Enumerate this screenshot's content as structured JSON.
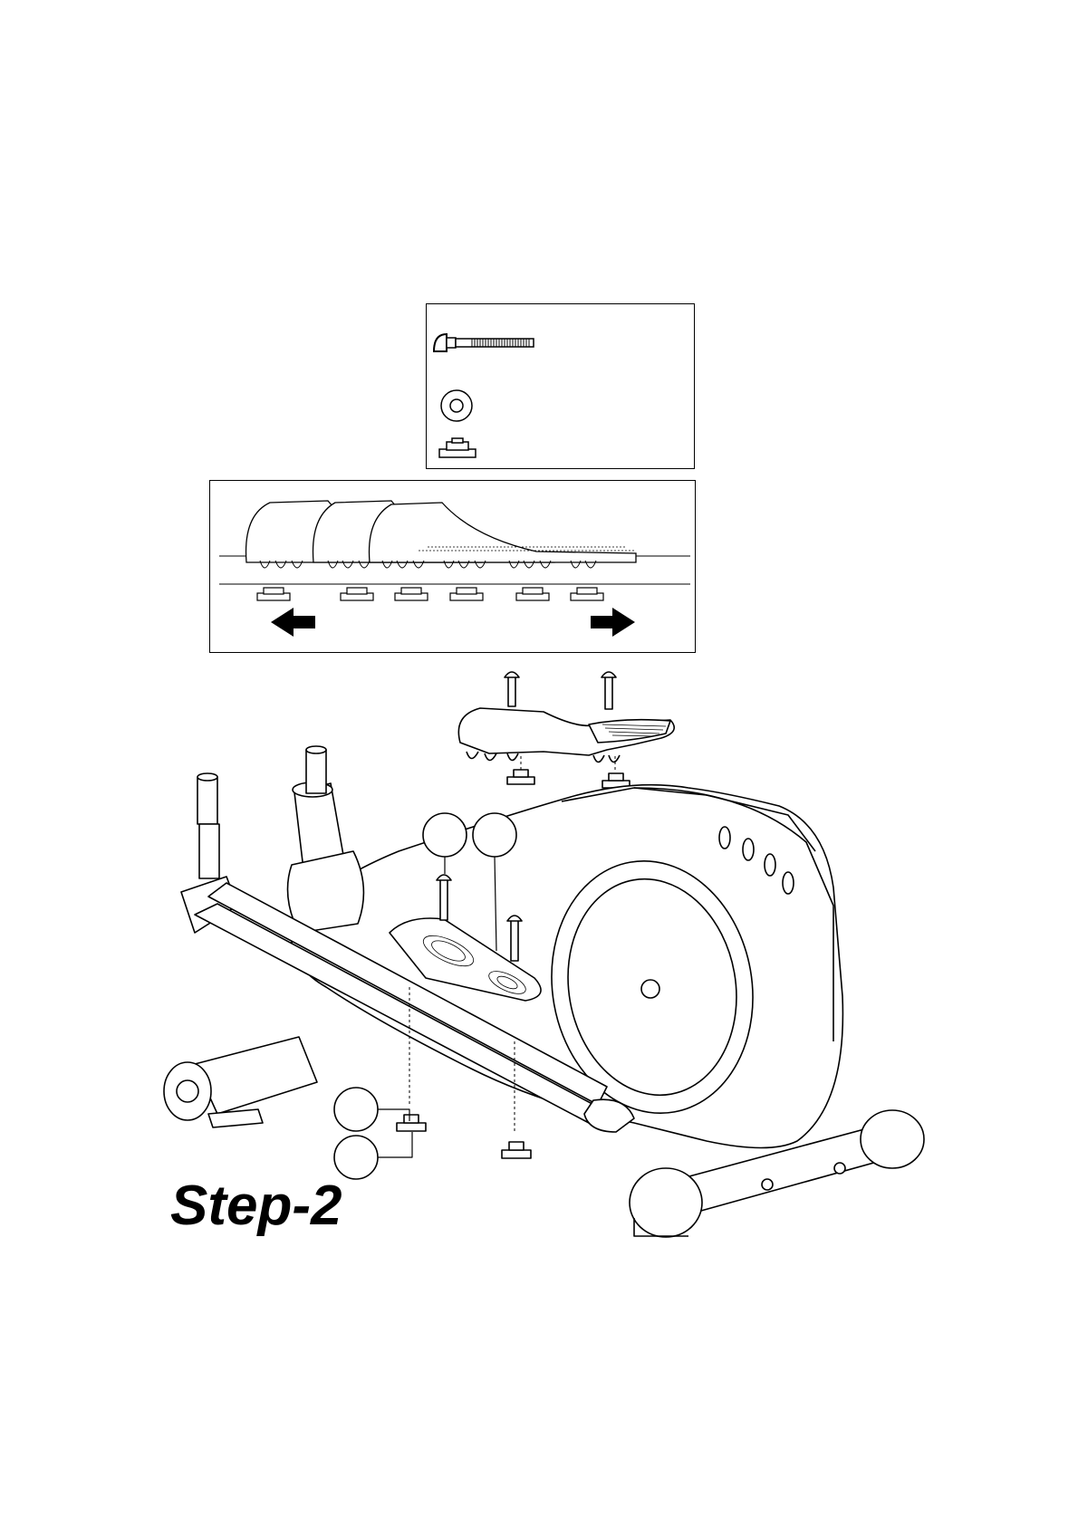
{
  "title": "Step-2",
  "hardware_kit": {
    "items": [
      "carriage-bolt",
      "washer",
      "knob-nut"
    ]
  },
  "pedal_adjustment": {
    "positions": 6,
    "arrows": [
      "left-arrow-icon",
      "right-arrow-icon"
    ]
  },
  "callouts": {
    "count": 4,
    "labels": [
      "",
      "",
      "",
      ""
    ]
  },
  "colors": {
    "line": "#000000",
    "background": "#ffffff"
  }
}
